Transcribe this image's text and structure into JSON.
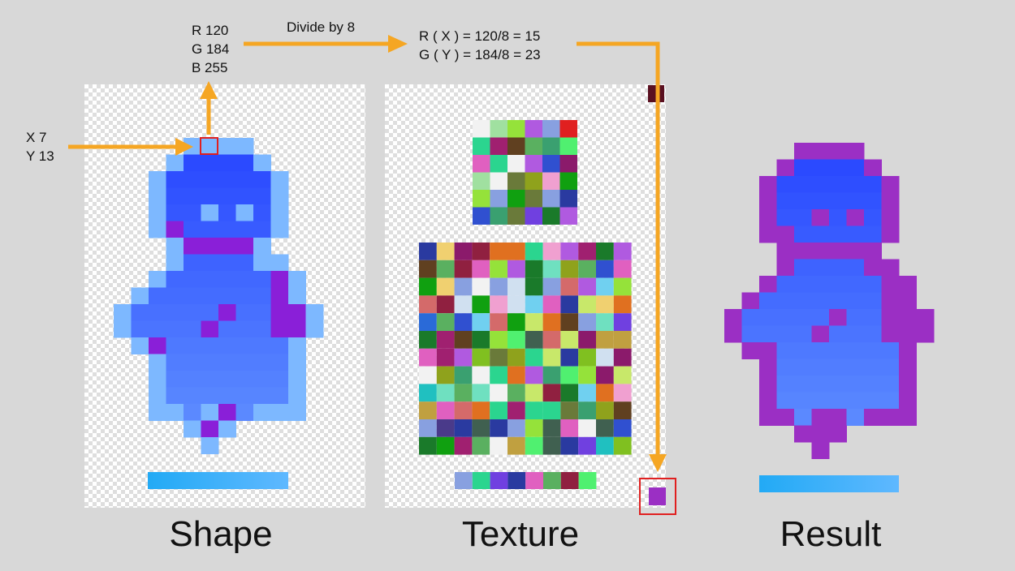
{
  "shape_panel": {
    "pos_label": {
      "x_line": "X 7",
      "y_line": "Y 13"
    },
    "rgb_label": {
      "r_line": "R 120",
      "g_line": "G 184",
      "b_line": "B 255"
    },
    "caption": "Shape"
  },
  "arrow_label": "Divide by 8",
  "lookup_label": {
    "r_line": "R ( X ) = 120/8 = 15",
    "g_line": "G ( Y ) = 184/8 = 23"
  },
  "texture_panel": {
    "caption": "Texture"
  },
  "result_panel": {
    "caption": "Result"
  },
  "colors": {
    "arrow": "#f5a623",
    "highlight_box": "#e02020",
    "sampled_color": "#9b2fc4",
    "outline_light": "#7db8ff",
    "body_blue": "#3a5cff",
    "result_outline": "#9b2fc4"
  }
}
